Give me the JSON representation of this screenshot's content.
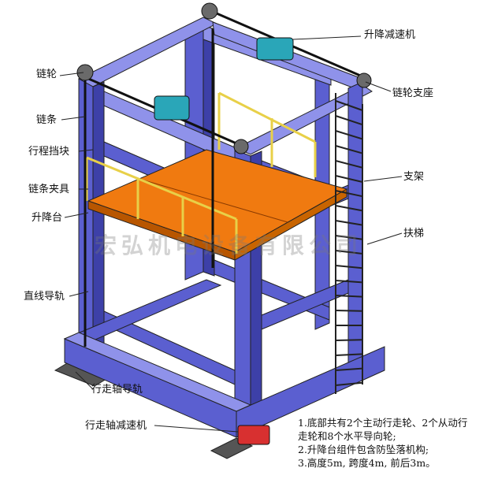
{
  "labels": {
    "sprocket": "链轮",
    "chain": "链条",
    "travel_stop": "行程挡块",
    "chain_clamp": "链条夹具",
    "lift_platform": "升降台",
    "linear_guide": "直线导轨",
    "lift_reducer": "升降减速机",
    "sprocket_mount": "链轮支座",
    "frame": "支架",
    "ladder": "扶梯",
    "travel_rail": "行走轴导轨",
    "travel_reducer": "行走轴减速机"
  },
  "notes": [
    "1.底部共有2个主动行走轮、2个从动行",
    "走轮和8个水平导向轮;",
    "2.升降台组件包含防坠落机构;",
    "3.高度5m, 跨度4m, 前后3m。"
  ],
  "watermark": "宏弘机电设备有限公司",
  "colors": {
    "frame": "#5b5fd0",
    "frame_dark": "#3d40a8",
    "frame_light": "#8f92ea",
    "platform": "#f07a10",
    "rail": "#e8d048",
    "motor": "#2aa6b8",
    "travel_motor": "#d83030"
  }
}
